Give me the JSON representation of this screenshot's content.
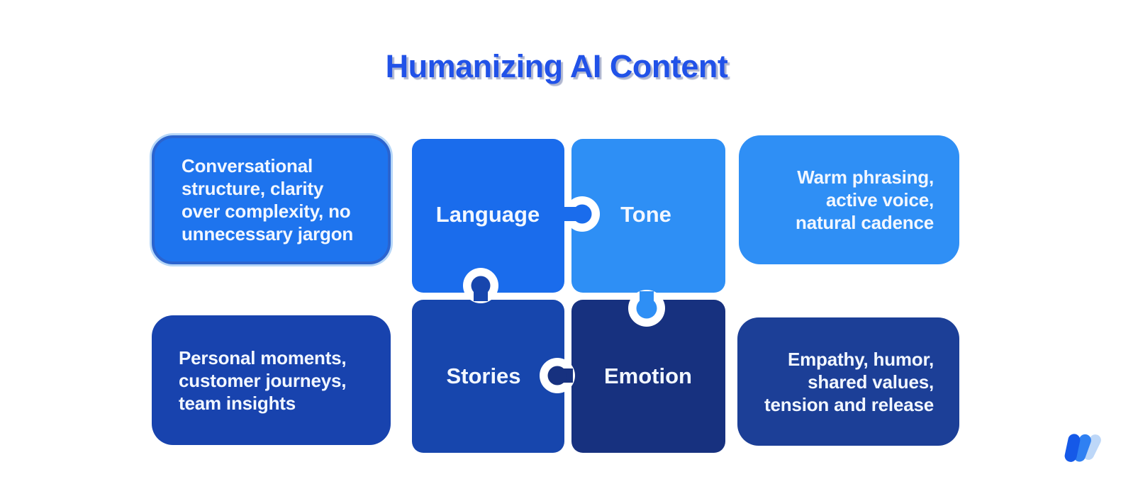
{
  "title": "Humanizing AI Content",
  "theme": {
    "background": "#ffffff",
    "title_color": "#2152e8",
    "title_shadow": "#6e7aaa",
    "text_on_blue": "#f2f7ff",
    "connector_outline": "#ffffff",
    "top_left_ring": "#2b64cf",
    "top_left_halo": "#b5d6f8"
  },
  "cards": {
    "top_left": {
      "text": "Conversational\nstructure, clarity\nover complexity, no\nunnecessary jargon",
      "bg": "#1e74ee"
    },
    "top_right": {
      "text": "Warm phrasing,\nactive voice,\nnatural cadence",
      "bg": "#2f8ff5"
    },
    "bottom_left": {
      "text": "Personal moments,\ncustomer journeys,\nteam insights",
      "bg": "#1843ae"
    },
    "bottom_right": {
      "text": "Empathy, humor,\nshared values,\ntension and release",
      "bg": "#1c3f97"
    }
  },
  "puzzle": {
    "pieces": [
      {
        "label": "Language",
        "color": "#1a6cec"
      },
      {
        "label": "Tone",
        "color": "#2e8ff5"
      },
      {
        "label": "Stories",
        "color": "#1746ad"
      },
      {
        "label": "Emotion",
        "color": "#17317f"
      }
    ],
    "outline": "#ffffff"
  },
  "logo": {
    "lobe_dark": "#1559e8",
    "lobe_mid": "#2f80f2",
    "lobe_light": "#bdd7f8"
  }
}
